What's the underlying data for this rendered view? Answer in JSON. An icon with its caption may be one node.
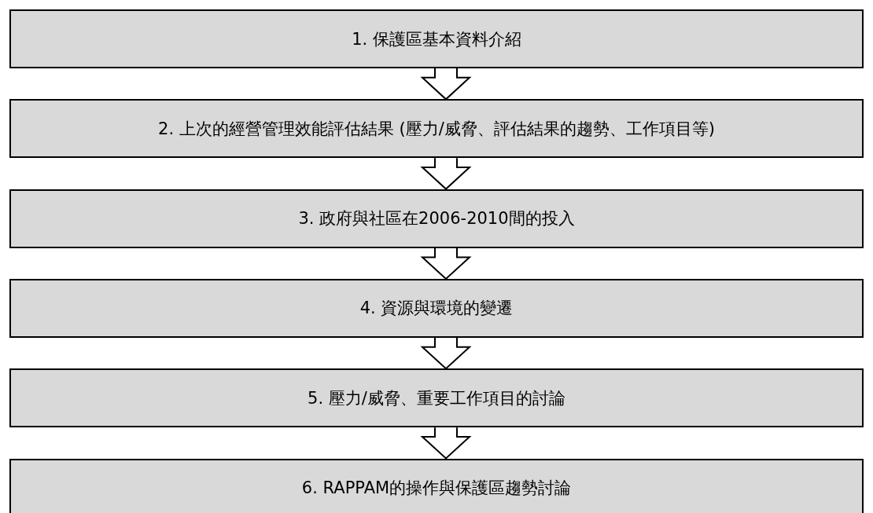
{
  "diagram": {
    "nodes": [
      {
        "text": [
          "1. 保護區基本資料介紹"
        ]
      },
      {
        "text": [
          "2. 上次的經營管理效能評估結果 (壓力/威脅、評估結果的趨勢、工作項目等)"
        ]
      },
      {
        "text": [
          "3. 政府與社區在2006-2010間的投入"
        ]
      },
      {
        "text": [
          "4. 資源與環境的變遷"
        ]
      },
      {
        "text": [
          "5. 壓力/威脅、重要工作項目的討論"
        ]
      },
      {
        "text": [
          "6. RAPPAM的操作與保護區趨勢討論"
        ]
      }
    ],
    "edges": [
      {
        "from": 0,
        "to": 1,
        "arrow": "to"
      },
      {
        "from": 1,
        "to": 2,
        "arrow": "to"
      },
      {
        "from": 2,
        "to": 3,
        "arrow": "to"
      },
      {
        "from": 3,
        "to": 4,
        "arrow": "to"
      },
      {
        "from": 4,
        "to": 5,
        "arrow": "to"
      }
    ]
  }
}
